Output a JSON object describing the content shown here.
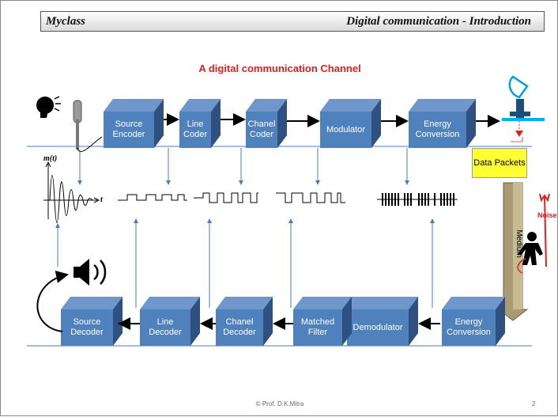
{
  "header": {
    "left_title": "Myclass",
    "right_title": "Digital communication - Introduction"
  },
  "diagram": {
    "title": "A digital communication Channel",
    "transmitter_blocks": [
      {
        "label": "Source Encoder"
      },
      {
        "label": "Line Coder"
      },
      {
        "label": "Chanel Coder"
      },
      {
        "label": "Modulator"
      },
      {
        "label": "Energy Conversion"
      }
    ],
    "receiver_blocks": [
      {
        "label": "Source Decoder"
      },
      {
        "label": "Line Decoder"
      },
      {
        "label": "Chanel Decoder"
      },
      {
        "label": "Matched Filter"
      },
      {
        "label": "Demodulator"
      },
      {
        "label": "Energy Conversion"
      }
    ],
    "signal_axis_y": "m(t)",
    "signal_axis_x": "t",
    "data_packets": "Data Packets",
    "medium": "Medium",
    "noise": "Noise",
    "colors": {
      "block": "#4f81bd",
      "block_dark": "#385d8a",
      "title": "#e02020",
      "line": "#4a7ebb",
      "packets": "#ffff33",
      "medium": "#a89a72"
    }
  },
  "footer": {
    "credit": "© Prof. D.K.Mitra",
    "page_number": "2"
  }
}
